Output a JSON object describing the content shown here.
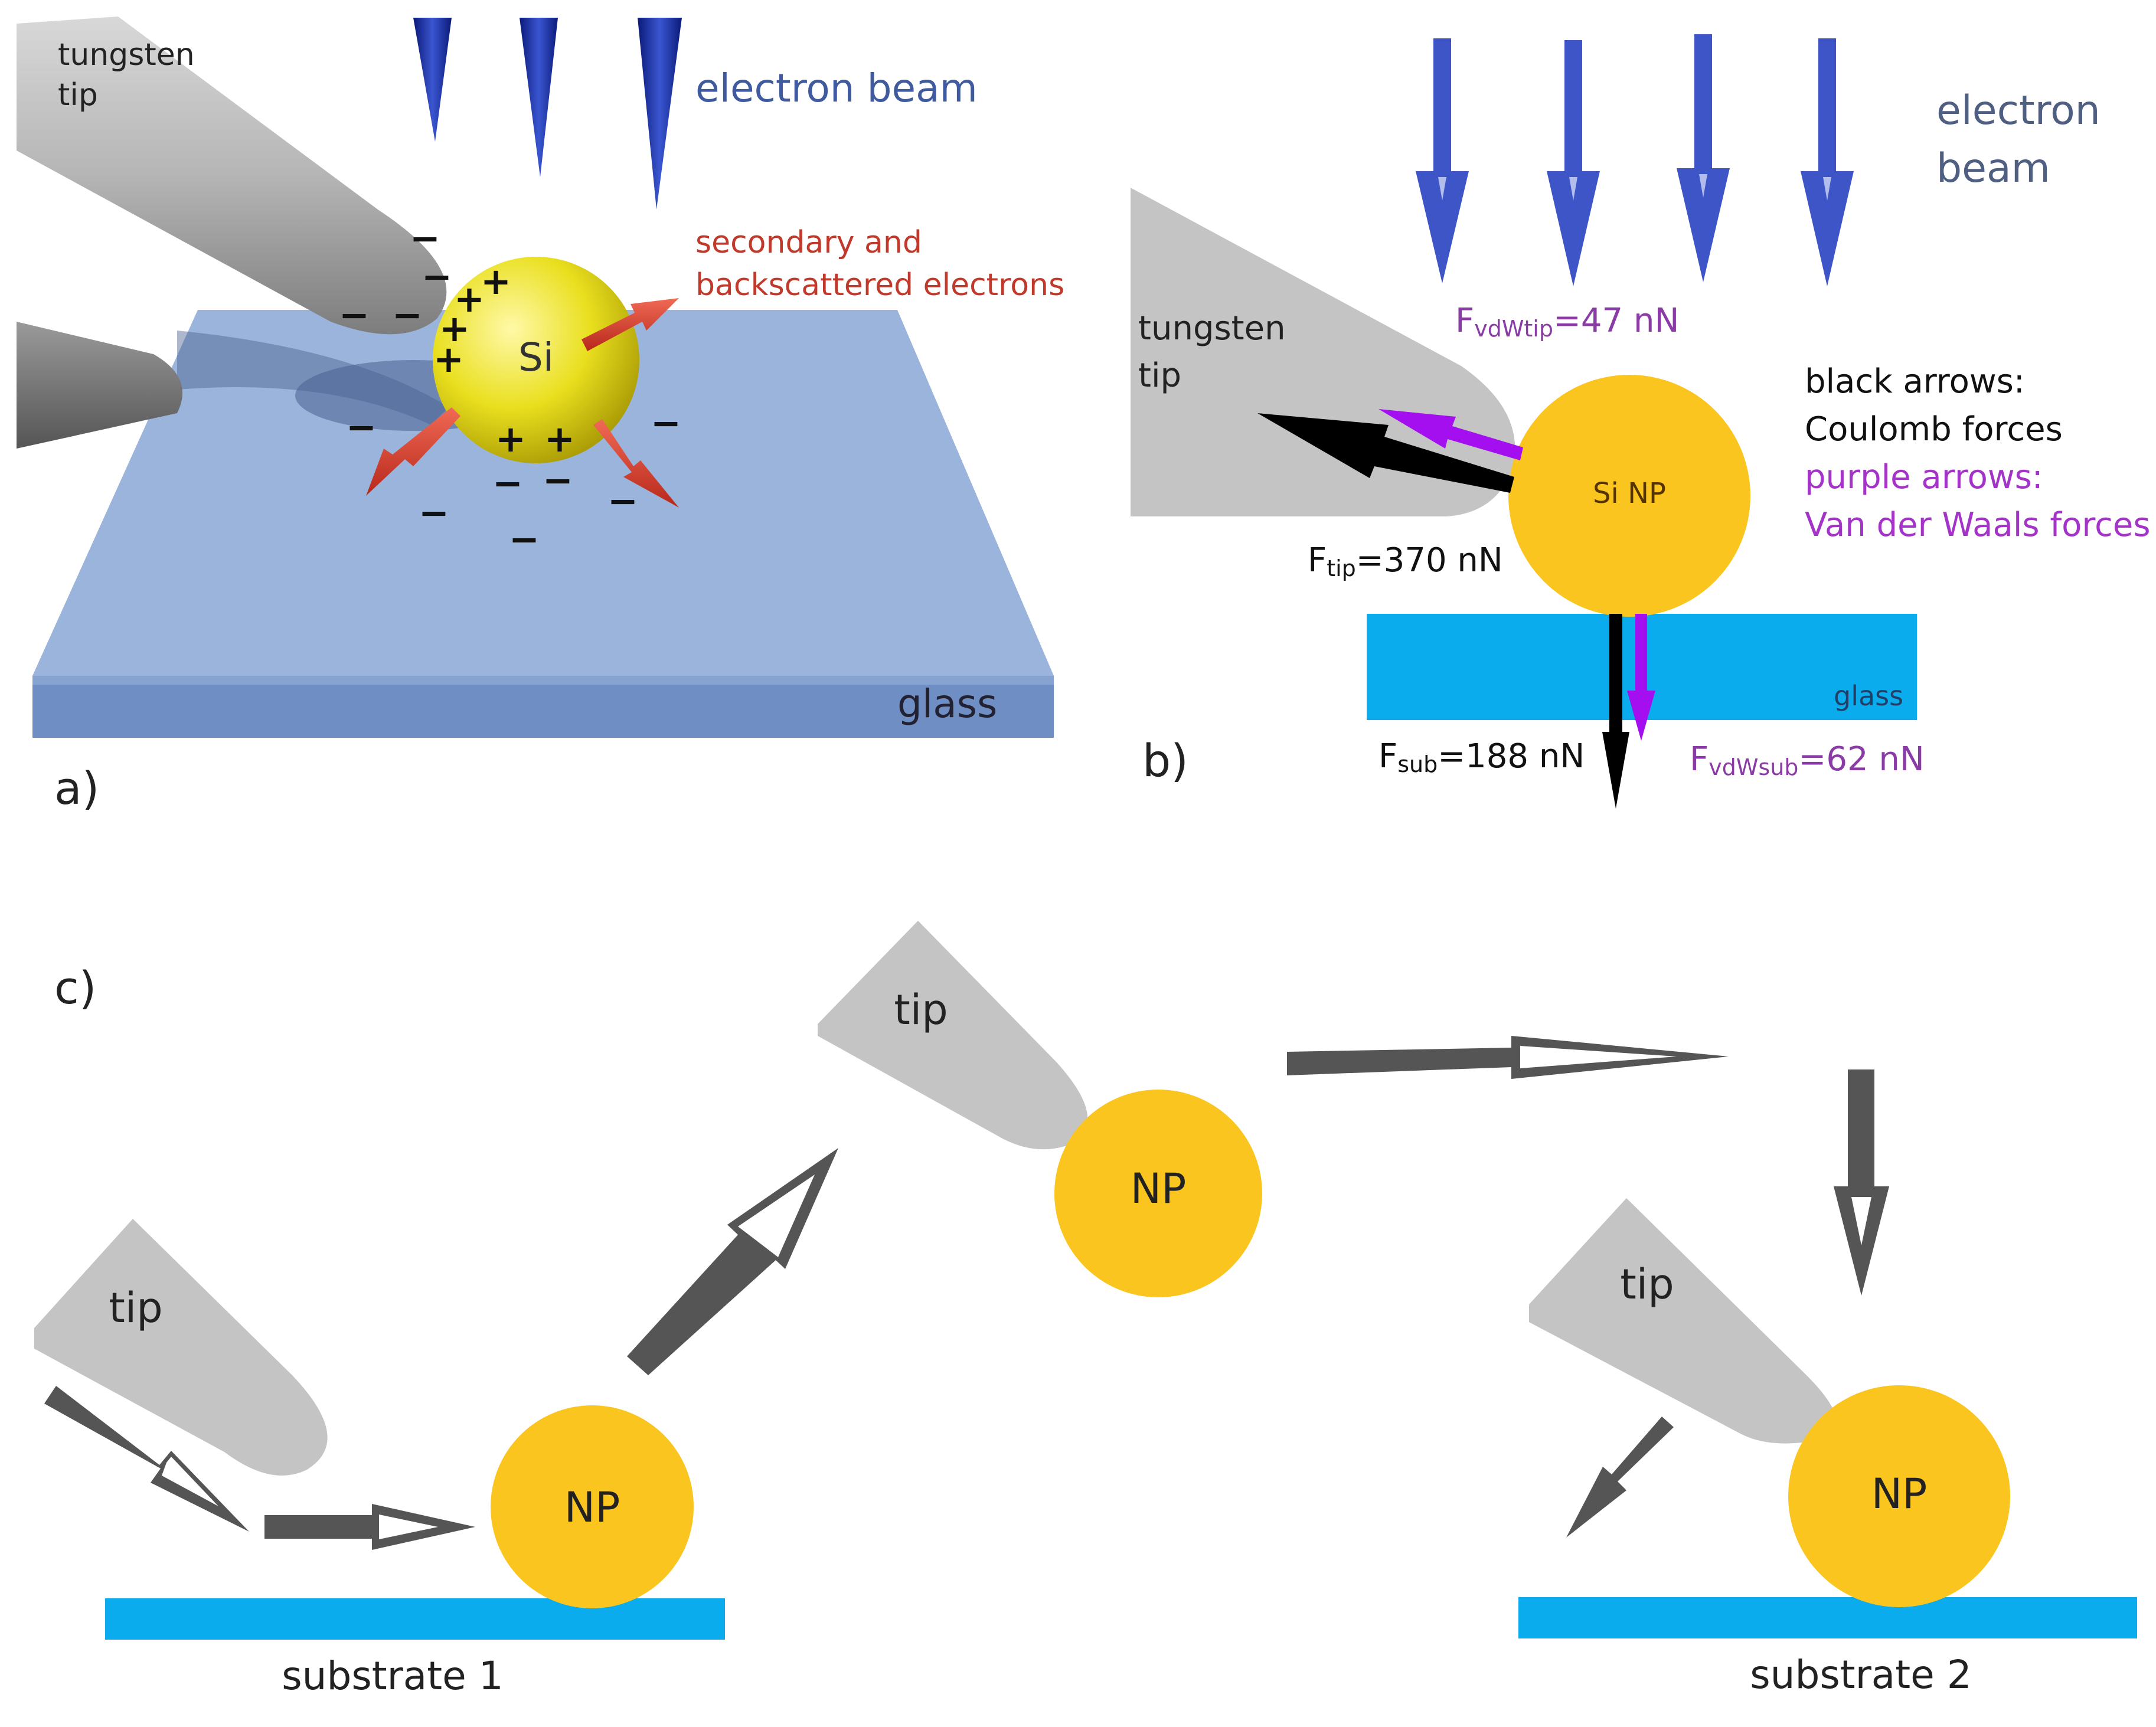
{
  "panel_a": {
    "label": "a)",
    "tip_label_line1": "tungsten",
    "tip_label_line2": "tip",
    "beam_label": "electron beam",
    "emission_label_line1": "secondary and",
    "emission_label_line2": "backscattered electrons",
    "particle_label": "Si",
    "substrate_label": "glass",
    "plus_sign": "+",
    "minus_sign": "−"
  },
  "panel_b": {
    "label": "b)",
    "beam_label_line1": "electron",
    "beam_label_line2": "beam",
    "tip_label_line1": "tungsten",
    "tip_label_line2": "tip",
    "particle_label": "Si NP",
    "substrate_label": "glass",
    "f_vdw_tip": {
      "symbol": "F",
      "subscript": "vdWtip",
      "value": "=47 nN"
    },
    "f_tip": {
      "symbol": "F",
      "subscript": "tip",
      "value": "=370 nN"
    },
    "f_sub": {
      "symbol": "F",
      "subscript": "sub",
      "value": "=188 nN"
    },
    "f_vdw_sub": {
      "symbol": "F",
      "subscript": "vdWsub",
      "value": "=62 nN"
    },
    "legend": {
      "black_title": "black arrows:",
      "black_desc": "Coulomb forces",
      "purple_title": "purple arrows:",
      "purple_desc": "Van der Waals forces"
    }
  },
  "panel_c": {
    "label": "c)",
    "tip_label": "tip",
    "particle_label": "NP",
    "substrate_1_label": "substrate 1",
    "substrate_2_label": "substrate 2"
  },
  "colors": {
    "tip_gray": "#c4c4c4",
    "nanoparticle_yellow": "#fbc520",
    "substrate_blue": "#0bacee",
    "glass_slab": "#98b2d9",
    "beam_blue_dark": "#1a2f9e",
    "beam_arrow_blue": "#3e55c8",
    "coulomb_arrow": "#000000",
    "vdw_arrow": "#a40ff0",
    "vdw_text": "#8b3ba6",
    "electron_arrow_red": "#d73a2a",
    "motion_arrow_gray": "#555555"
  }
}
